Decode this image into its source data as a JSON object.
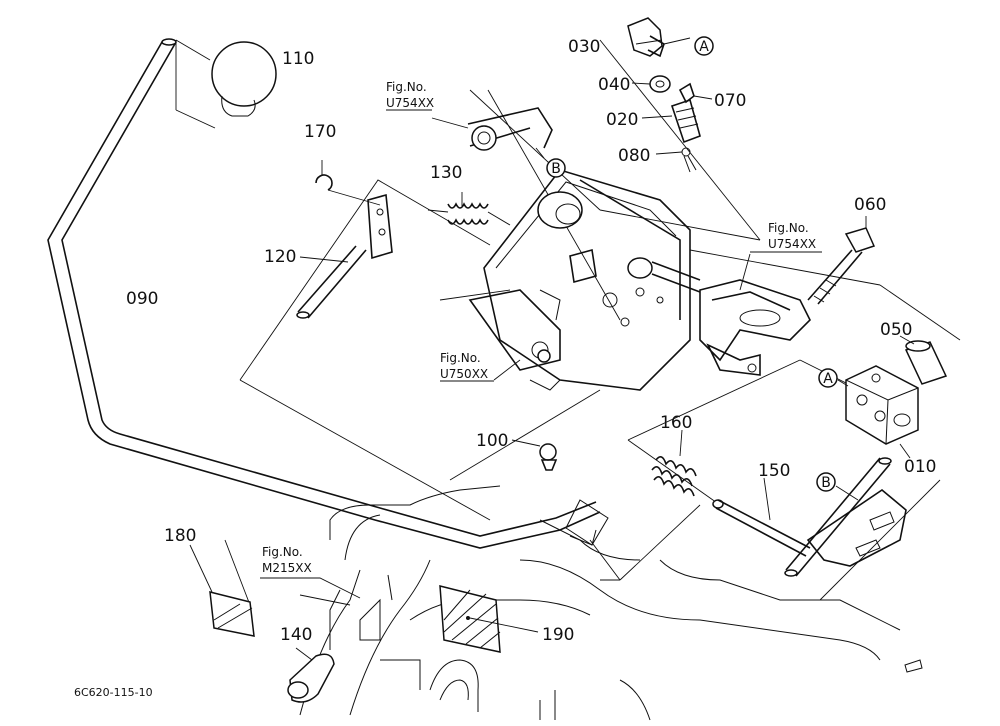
{
  "part_numbers": {
    "p110": "110",
    "p170": "170",
    "p130": "130",
    "p120": "120",
    "p090": "090",
    "p100": "100",
    "p160": "160",
    "p150": "150",
    "p180": "180",
    "p140": "140",
    "p190": "190",
    "p030": "030",
    "p040": "040",
    "p070": "070",
    "p020": "020",
    "p080": "080",
    "p060": "060",
    "p050": "050",
    "p010": "010"
  },
  "fig_refs": {
    "top_line1": "Fig.No.",
    "top_line2": "U754XX",
    "right_line1": "Fig.No.",
    "right_line2": "U754XX",
    "mid_line1": "Fig.No.",
    "mid_line2": "U750XX",
    "bottom_line1": "Fig.No.",
    "bottom_line2": "M215XX"
  },
  "callouts": {
    "a_top": "A",
    "a_right": "A",
    "b_top": "B",
    "b_right": "B"
  },
  "document_code": "6C620-115-10"
}
